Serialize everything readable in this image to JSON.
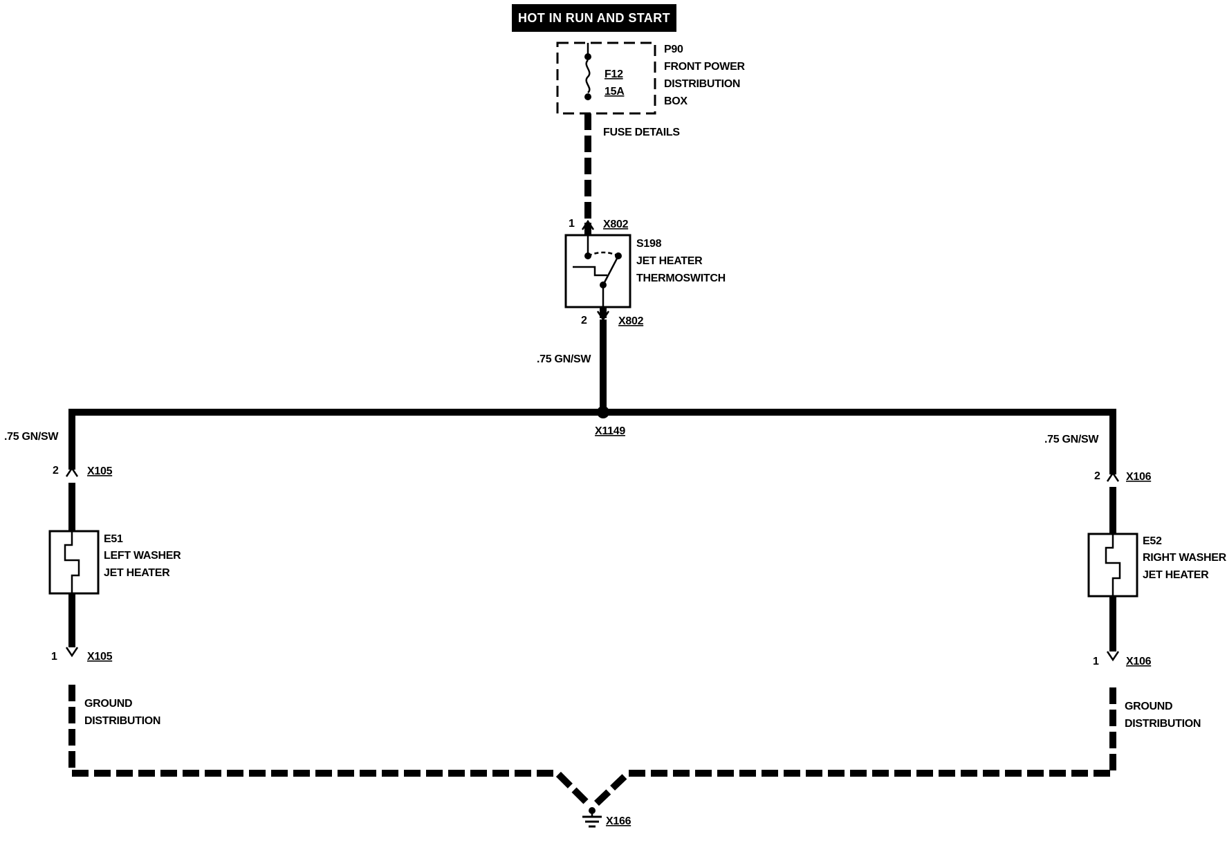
{
  "header": {
    "hot_label": "HOT IN RUN AND START"
  },
  "fuse_box": {
    "id": "P90",
    "name_line1": "FRONT POWER",
    "name_line2": "DISTRIBUTION",
    "name_line3": "BOX",
    "fuse_id": "F12",
    "fuse_rating": "15A",
    "details_link": "FUSE DETAILS"
  },
  "thermoswitch": {
    "id": "S198",
    "name_line1": "JET HEATER",
    "name_line2": "THERMOSWITCH",
    "connector_top_pin": "1",
    "connector_top": "X802",
    "connector_bottom_pin": "2",
    "connector_bottom": "X802"
  },
  "wires": {
    "main_label": ".75 GN/SW",
    "left_label": ".75 GN/SW",
    "right_label": ".75 GN/SW"
  },
  "splice": {
    "id": "X1149"
  },
  "left_heater": {
    "id": "E51",
    "name_line1": "LEFT WASHER",
    "name_line2": "JET HEATER",
    "top_pin": "2",
    "top_connector": "X105",
    "bottom_pin": "1",
    "bottom_connector": "X105",
    "ground_line1": "GROUND",
    "ground_line2": "DISTRIBUTION"
  },
  "right_heater": {
    "id": "E52",
    "name_line1": "RIGHT WASHER",
    "name_line2": "JET HEATER",
    "top_pin": "2",
    "top_connector": "X106",
    "bottom_pin": "1",
    "bottom_connector": "X106",
    "ground_line1": "GROUND",
    "ground_line2": "DISTRIBUTION"
  },
  "ground": {
    "id": "X166"
  }
}
